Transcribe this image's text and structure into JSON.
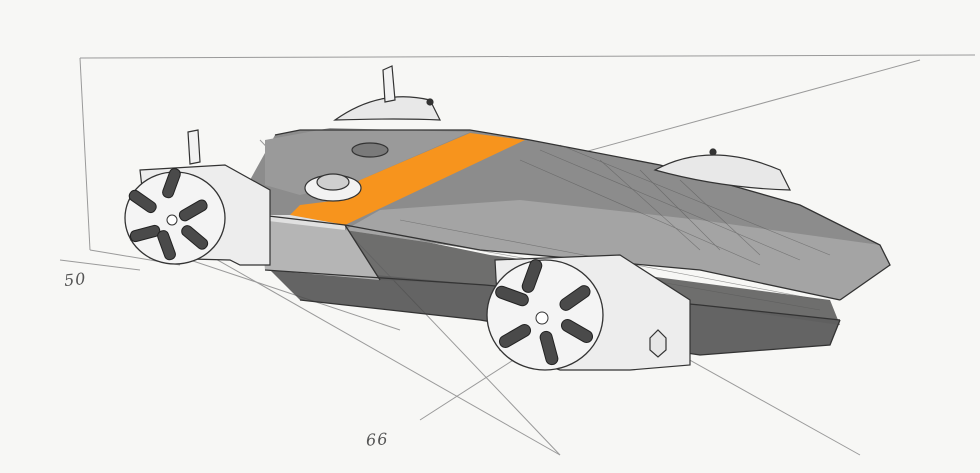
{
  "image": {
    "subject": "sketch",
    "annotations": {
      "left_number": "50",
      "bottom_number": "66"
    },
    "colors": {
      "paper": "#f7f7f5",
      "pencil": "#3a3a3a",
      "body_gray": "#8a8a8a",
      "dark_gray": "#5a5a5a",
      "accent_orange": "#f7941d",
      "light_panel": "#d9d9d9"
    }
  }
}
